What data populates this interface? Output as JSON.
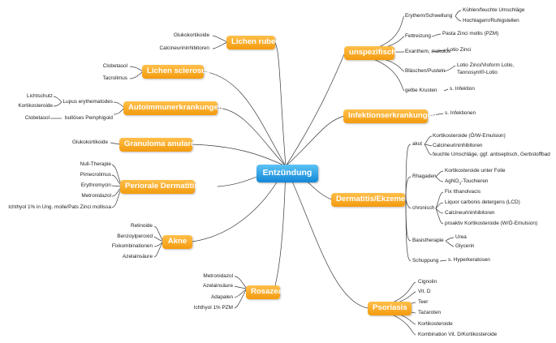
{
  "center": "Entzündung",
  "branches": {
    "lichen_ruber": {
      "title": "Lichen ruber",
      "items": [
        "Glukokortikoide",
        "Calcineurininhibitoren"
      ]
    },
    "lichen_sclerosus": {
      "title": "Lichen sclerosus",
      "items": [
        "Clobetasol",
        "Tacrolimus"
      ]
    },
    "autoimmun": {
      "title": "Autoimmunerkrankungen",
      "lupus": {
        "label": "Lupus erythematodes",
        "items": [
          "Lichtschutz",
          "Kortikosteroide"
        ]
      },
      "pemphigoid": {
        "label": "bullöses Pemphigoid",
        "items": [
          "Clobetasol"
        ]
      }
    },
    "granuloma": {
      "title": "Granuloma anulare",
      "items": [
        "Glukokortikoide"
      ]
    },
    "periorale": {
      "title": "Periorale Dermatitis",
      "items": [
        "Null-Therapie",
        "Pimecrolimus",
        "Erythromycin",
        "Metronidazol",
        "Ichthyol 1% in Ung. molle/Pats Zinci mollissa"
      ]
    },
    "akne": {
      "title": "Akne",
      "items": [
        "Retinoide",
        "Benzoylperoxid",
        "Fixkombinationen",
        "Azelainsäure"
      ]
    },
    "rosazea": {
      "title": "Rosazea",
      "items": [
        "Metronidazol",
        "Azelainsäure",
        "Adapalen",
        "Ichthyol 1% PZM"
      ]
    },
    "unspezifisch": {
      "title": "unspezifisch",
      "erythem": {
        "label": "Erythem/Schwellung",
        "items": [
          "Kühlen/feuchte Umschläge",
          "Hochlagern/Ruhigstellen"
        ]
      },
      "fett": {
        "label": "Fettreizung",
        "items": [
          "Pasta Zinci mollis (PZM)"
        ]
      },
      "exanthem": {
        "label": "Exanthem, makulös",
        "items": [
          "Lotio Zinci"
        ]
      },
      "blaeschen": {
        "label": "Bläschen/Pusteln",
        "items": [
          "Lotio Zinci/Vioform Lotio,",
          "Tannosynt®-Lotio"
        ]
      },
      "krusten": {
        "label": "gelbe Krusten",
        "items": [
          "s. Infektion"
        ]
      }
    },
    "infektion": {
      "title": "Infektionserkrankungen",
      "items": [
        "s. Infektionen"
      ]
    },
    "dermatitis": {
      "title": "Dermatitis/Ekzeme",
      "akut": {
        "label": "akut",
        "items": [
          "Kortikosteroide (Ö/W-Emulsion)",
          "Calcineurininhibitoren",
          "feuchte Umschläge, ggf. antiseptisch, Gerbstoffbad"
        ]
      },
      "rhagaden": {
        "label": "Rhagaden",
        "items": [
          "Kortikosteroide unter Folie",
          "AgNO",
          "3",
          "-Touchieren"
        ]
      },
      "chronisch": {
        "label": "chronisch",
        "items": [
          "Fix Ithanolvacis",
          "Liquor carbonis detergens (LCD)",
          "Calcineurininhibitoren",
          "proaktiv Kortikosteroide (W/Ö-Emulsion)"
        ]
      },
      "basis": {
        "label": "Basistherapie",
        "items": [
          "Urea",
          "Glycerin"
        ]
      },
      "schuppung": {
        "label": "Schuppung",
        "items": [
          "s. Hyperkeratosen"
        ]
      }
    },
    "psoriasis": {
      "title": "Psoriasis",
      "items": [
        "Cignolin",
        "Vit. D",
        "Teer",
        "Tazaroten",
        "Kortikosteroide",
        "Kombination Vit. D/Kortikosteroide"
      ]
    }
  },
  "colors": {
    "branch": "#f5a623",
    "center": "#1e90d8",
    "line": "#3a3a3a"
  }
}
